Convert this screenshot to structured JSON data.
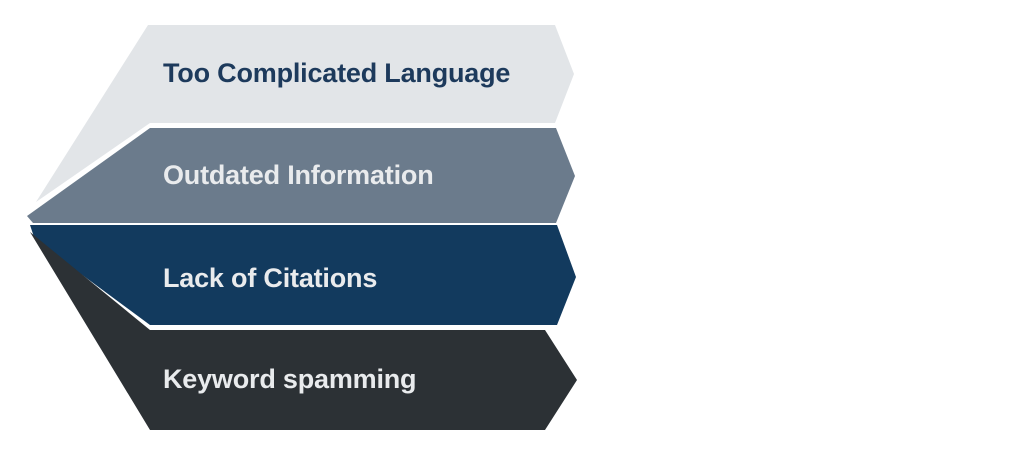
{
  "diagram": {
    "type": "converging-chevron-list",
    "background_color": "#ffffff",
    "title": "",
    "bands": [
      {
        "label": "Too Complicated Language",
        "fill_color": "#e2e5e8",
        "text_color": "#1d3a5c",
        "order": 1
      },
      {
        "label": "Outdated Information",
        "fill_color": "#6b7b8c",
        "text_color": "#e9ebed",
        "order": 2
      },
      {
        "label": "Lack of Citations",
        "fill_color": "#123a5e",
        "text_color": "#e9ebed",
        "order": 3
      },
      {
        "label": "Keyword spamming",
        "fill_color": "#2c3135",
        "text_color": "#e9ebed",
        "order": 4
      }
    ],
    "gap_color": "#ffffff"
  }
}
